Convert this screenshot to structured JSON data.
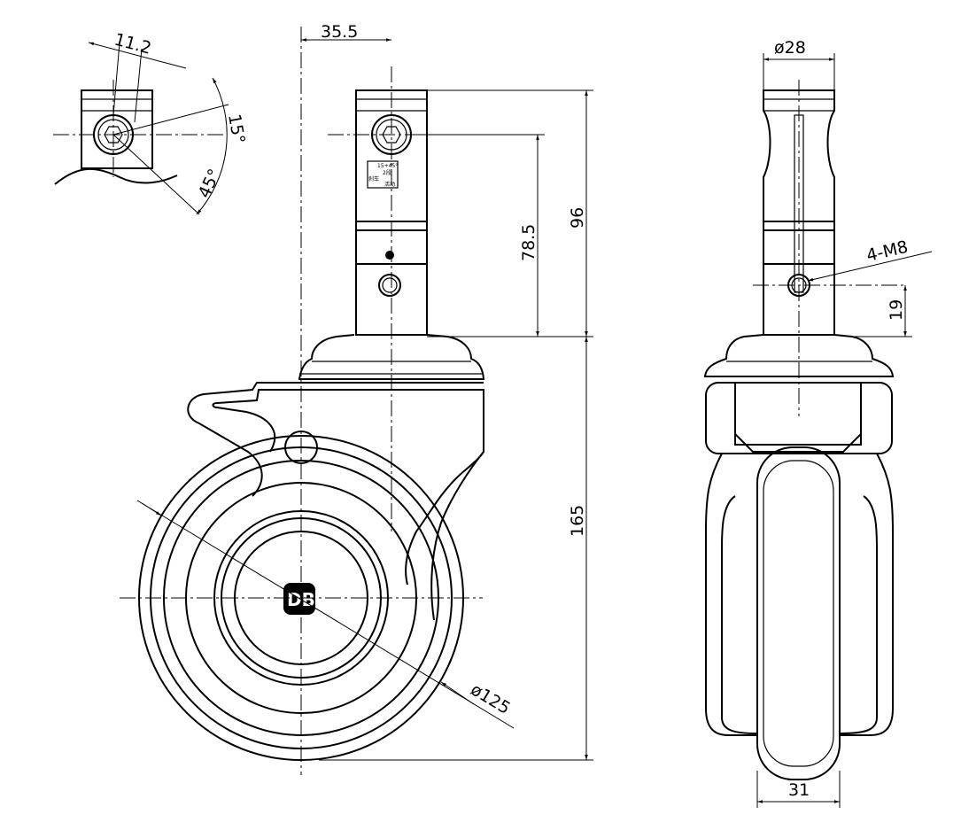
{
  "drawing": {
    "detail_view": {
      "dim_width": "11.2",
      "angle_small": "15°",
      "angle_large": "45°"
    },
    "front_view": {
      "dim_offset": "35.5",
      "dim_stem_height": "96",
      "dim_hole_height": "78.5",
      "dim_total_height": "165",
      "dim_wheel_diameter": "ø125",
      "label": {
        "top": "15+45°",
        "sub": "2段",
        "left": "刹车",
        "right": "活动"
      },
      "logo_text": "DB"
    },
    "side_view": {
      "dim_stem_diameter": "ø28",
      "dim_thread": "4-M8",
      "dim_hole_height": "19",
      "dim_wheel_width": "31"
    }
  }
}
